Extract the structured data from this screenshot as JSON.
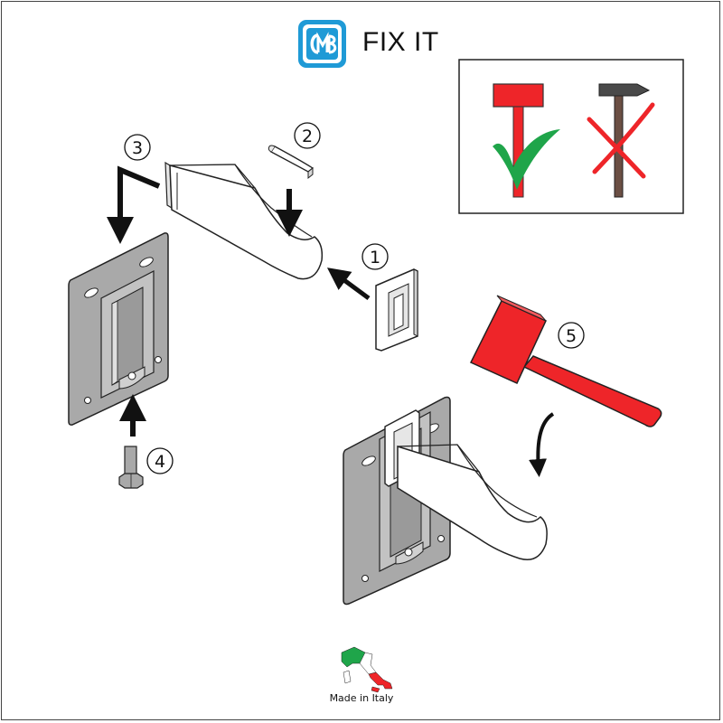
{
  "brand": {
    "logo_letters": "CMB",
    "name": "FIX IT"
  },
  "steps": [
    "1",
    "2",
    "3",
    "4",
    "5"
  ],
  "tools": {
    "allowed": "rubber-mallet-icon",
    "forbidden": "steel-hammer-icon"
  },
  "footer": {
    "made_in": "Made in Italy"
  },
  "colors": {
    "brand_blue": "#1f9ad6",
    "mallet_red": "#ee2529",
    "check_green": "#1fa54a",
    "cross_red": "#ee2529",
    "plate_gray": "#a9a9a9",
    "hammer_dark": "#4a4a4a",
    "hammer_handle": "#6b4f44"
  }
}
